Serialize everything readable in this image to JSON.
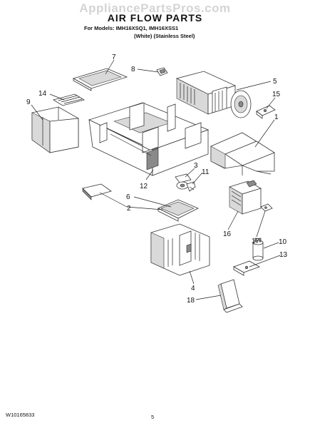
{
  "header": {
    "watermark": "AppliancePartsPros.com",
    "title": "AIR FLOW PARTS",
    "models_line": "For Models: IMH16XSQ1, IMH16XSS1",
    "variants_line": "(White)   (Stainless Steel)"
  },
  "footer": {
    "doc_number": "W10165833",
    "page_number": "5"
  },
  "callouts": [
    "1",
    "2",
    "3",
    "4",
    "5",
    "6",
    "7",
    "8",
    "9",
    "10",
    "11",
    "12",
    "13",
    "14",
    "15",
    "16",
    "17",
    "18"
  ]
}
